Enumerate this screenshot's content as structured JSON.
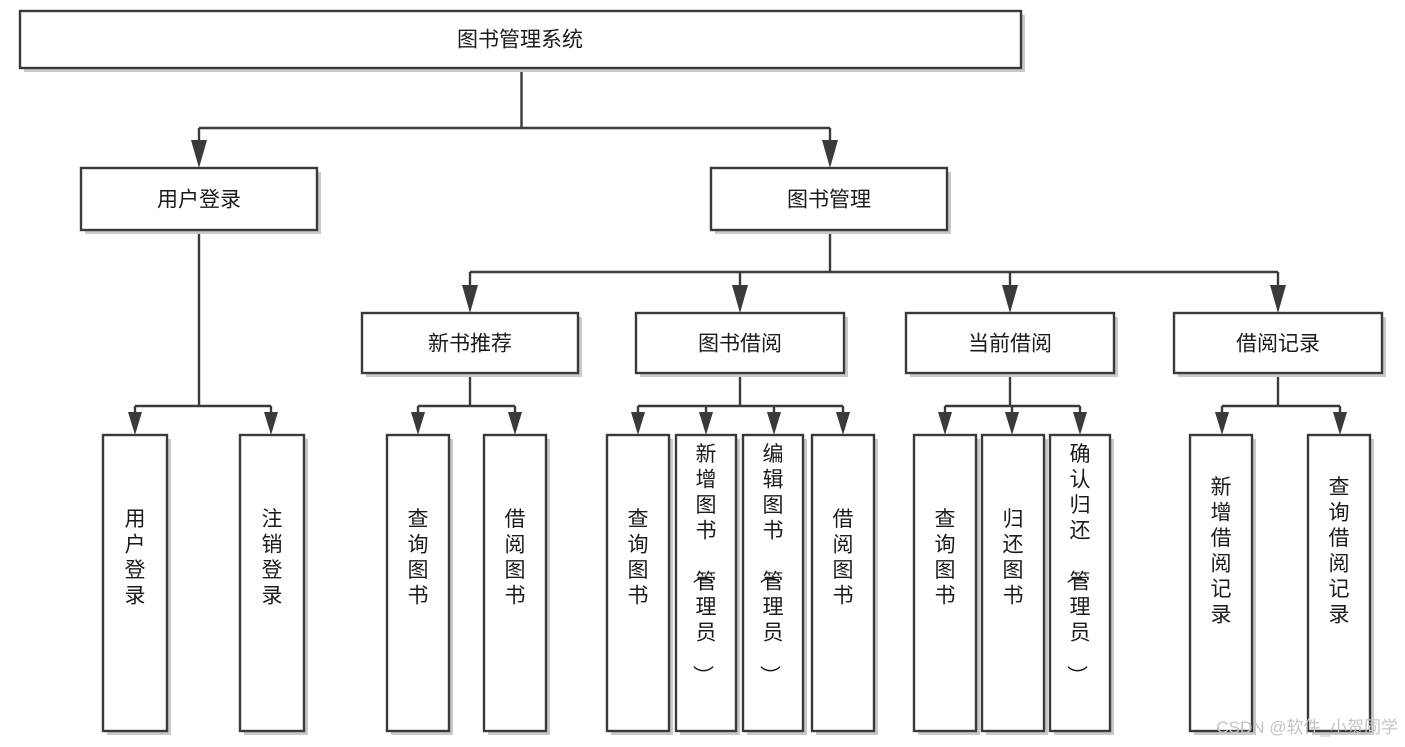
{
  "diagram": {
    "title": "图书管理系统",
    "type": "hierarchy-tree",
    "orientation": "top-down",
    "levels": 4,
    "nodes": {
      "root": {
        "label": "图书管理系统"
      },
      "level1": [
        {
          "id": "user-login",
          "label": "用户登录"
        },
        {
          "id": "book-management",
          "label": "图书管理"
        }
      ],
      "level2": [
        {
          "id": "new-book-recommend",
          "label": "新书推荐"
        },
        {
          "id": "book-borrow",
          "label": "图书借阅"
        },
        {
          "id": "current-borrow",
          "label": "当前借阅"
        },
        {
          "id": "borrow-record",
          "label": "借阅记录"
        }
      ],
      "leaves": {
        "user_login": [
          {
            "id": "leaf-user-login",
            "label": "用户登录"
          },
          {
            "id": "leaf-logout-login",
            "label": "注销登录"
          }
        ],
        "new_book_recommend": [
          {
            "id": "leaf-query-book-1",
            "label": "查询图书"
          },
          {
            "id": "leaf-borrow-book-1",
            "label": "借阅图书"
          }
        ],
        "book_borrow": [
          {
            "id": "leaf-query-book-2",
            "label": "查询图书"
          },
          {
            "id": "leaf-add-book",
            "label": "新增图书（管理员）"
          },
          {
            "id": "leaf-edit-book",
            "label": "编辑图书（管理员）"
          },
          {
            "id": "leaf-borrow-book-2",
            "label": "借阅图书"
          }
        ],
        "current_borrow": [
          {
            "id": "leaf-query-book-3",
            "label": "查询图书"
          },
          {
            "id": "leaf-return-book",
            "label": "归还图书"
          },
          {
            "id": "leaf-confirm-return",
            "label": "确认归还（管理员）"
          }
        ],
        "borrow_record": [
          {
            "id": "leaf-add-borrow-record",
            "label": "新增借阅记录"
          },
          {
            "id": "leaf-query-borrow-record",
            "label": "查询借阅记录"
          }
        ]
      }
    },
    "colors": {
      "box_stroke": "#3a3a3a",
      "box_fill": "#ffffff",
      "text": "#1b1b1b",
      "shadow": "#c9c9c9",
      "watermark": "#c4c4c4",
      "background": "#ffffff"
    }
  },
  "watermark": {
    "text": "CSDN @软件_小贺同学"
  }
}
